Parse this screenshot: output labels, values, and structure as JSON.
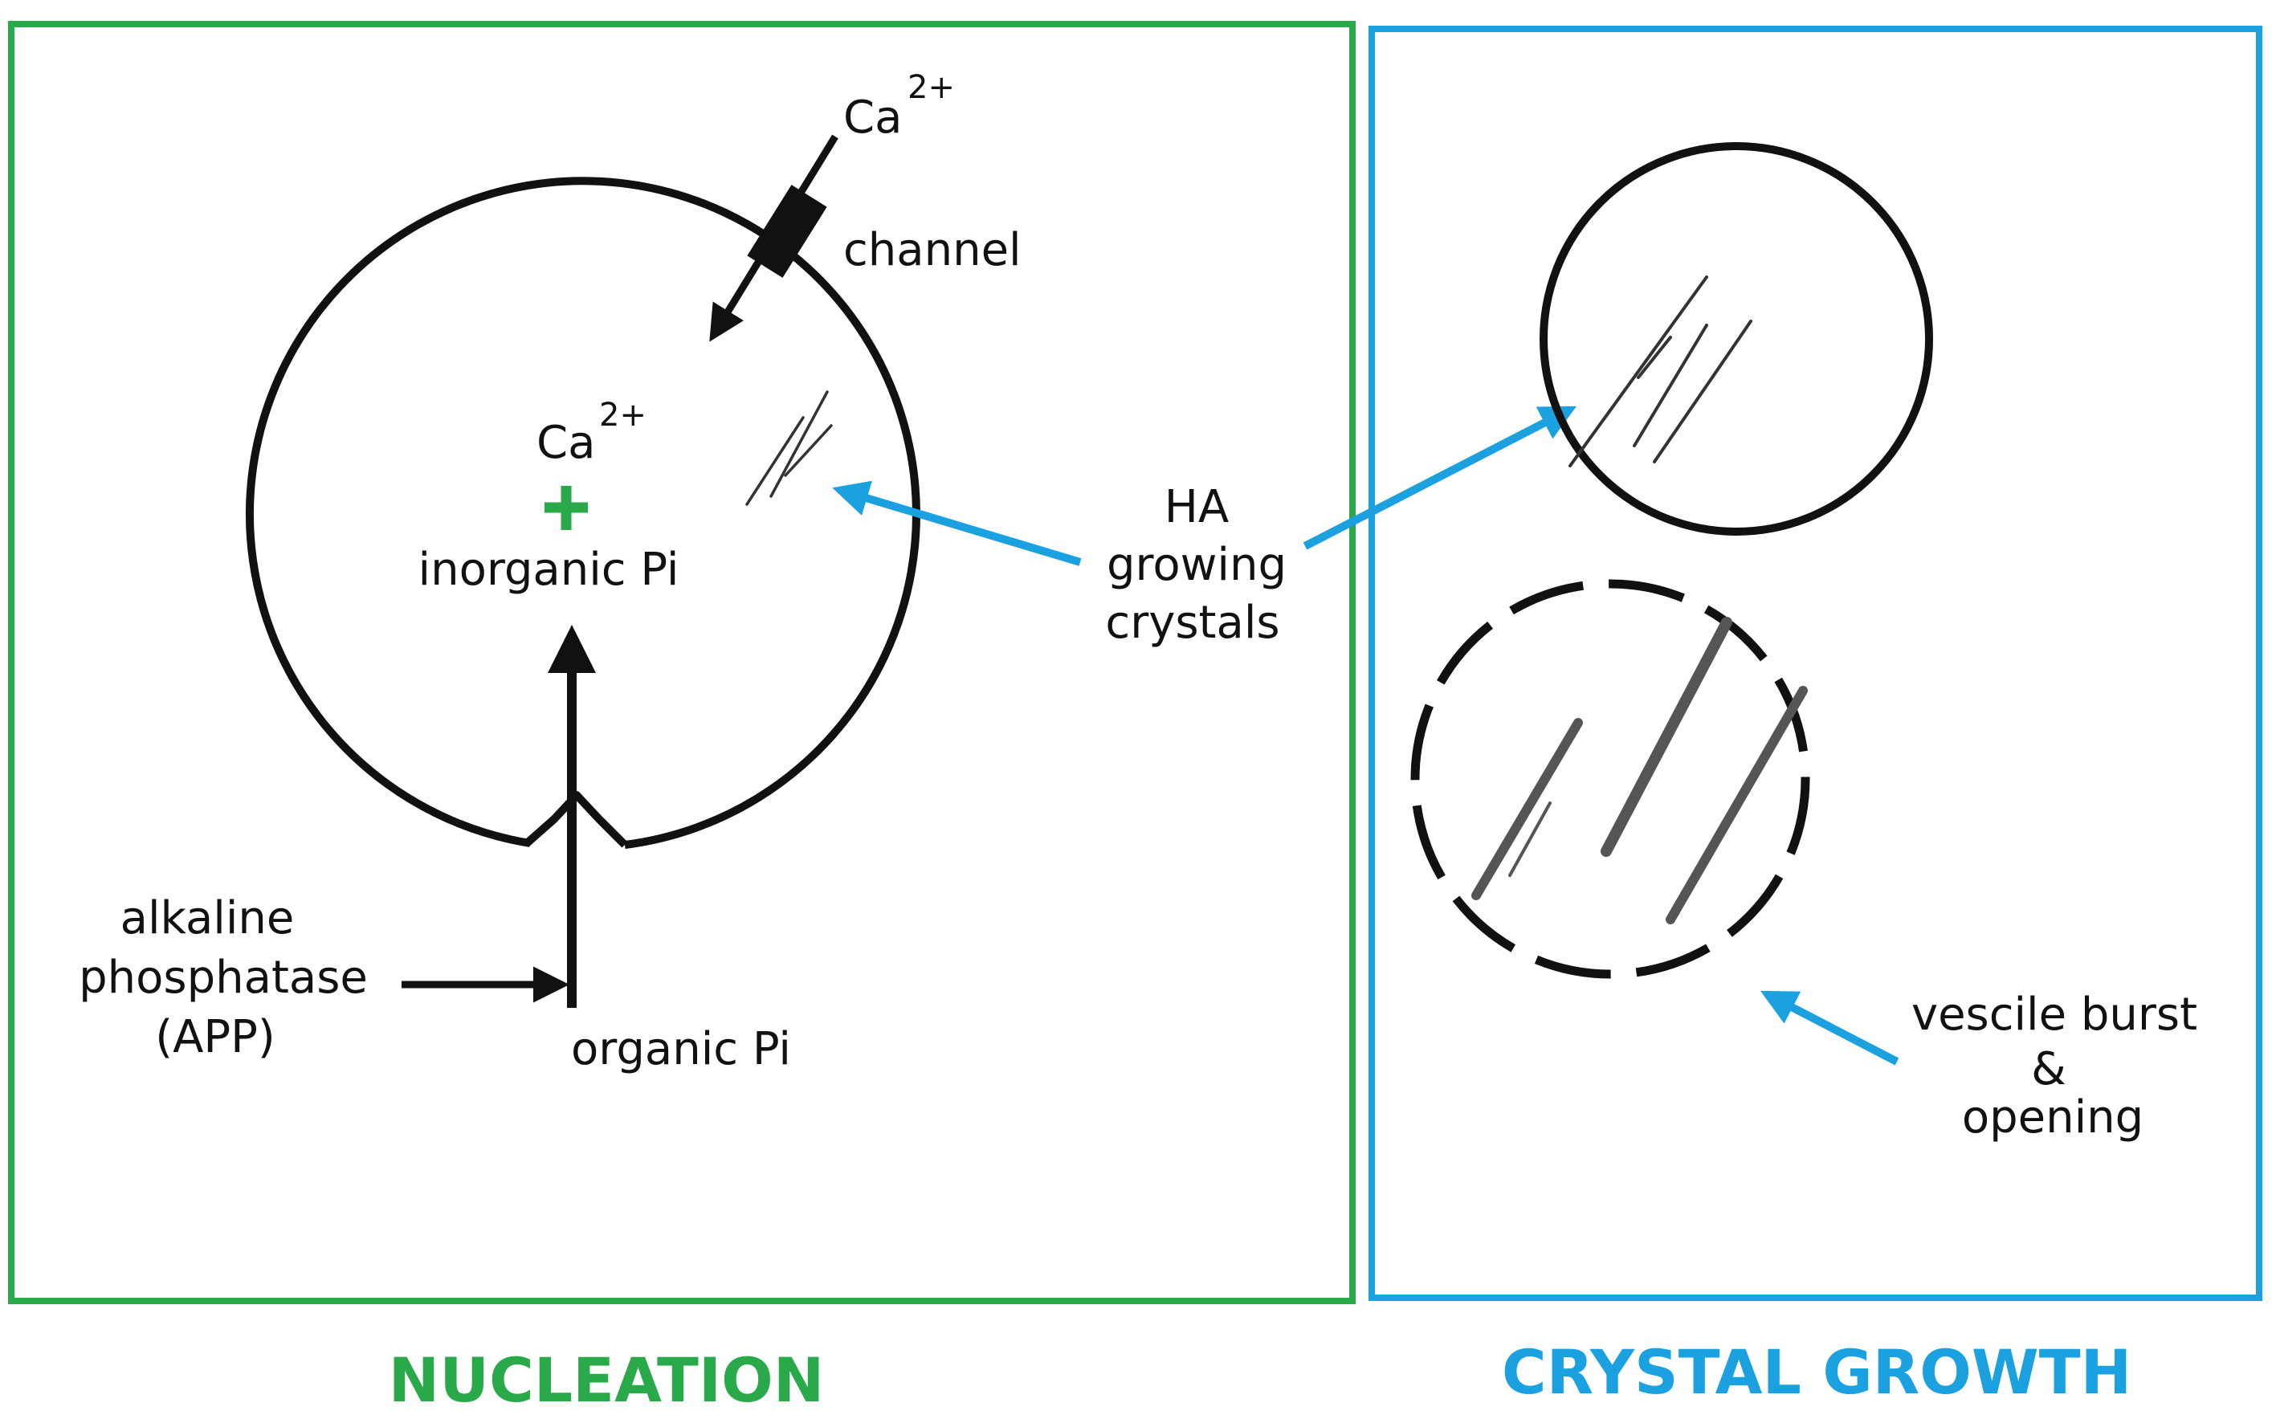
{
  "colors": {
    "nucleation": "#2aa94a",
    "growth": "#1ba0e0",
    "ink": "#111111"
  },
  "nucleation": {
    "title": "NUCLEATION",
    "ca_top_base": "Ca",
    "ca_top_charge": "2+",
    "channel_label": "channel",
    "ca_inner_base": "Ca",
    "ca_inner_charge": "2+",
    "inorganic_pi": "inorganic Pi",
    "app_line1": "alkaline",
    "app_line2": "phosphatase",
    "app_line3": "(APP)",
    "organic_pi": "organic Pi"
  },
  "center_label": {
    "line1": "HA",
    "line2": "growing",
    "line3": "crystals"
  },
  "growth": {
    "title": "CRYSTAL GROWTH",
    "burst_line1": "vescile burst",
    "burst_line2": "&",
    "burst_line3": "opening"
  }
}
